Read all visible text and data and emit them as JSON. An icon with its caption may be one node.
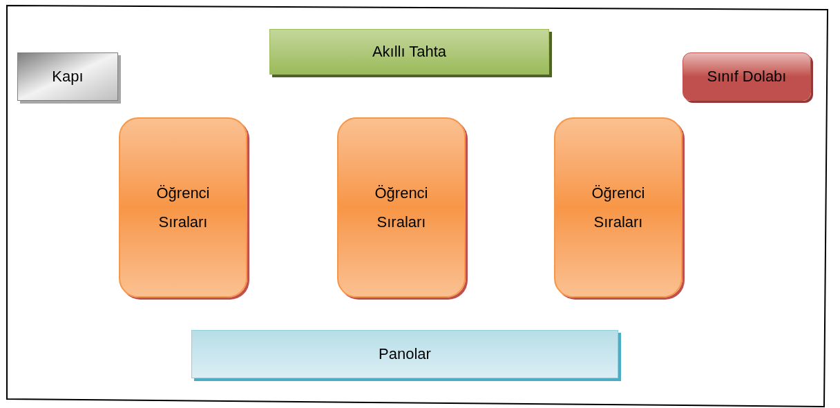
{
  "diagram": {
    "nodes": [
      {
        "text": [
          "Akıllı Tahta"
        ]
      },
      {
        "text": [
          "Kapı"
        ]
      },
      {
        "text": [
          "Sınıf Dolabı"
        ]
      },
      {
        "text": [
          "Öğrenci Sıraları"
        ]
      },
      {
        "text": [
          "Öğrenci Sıraları"
        ]
      },
      {
        "text": [
          "Öğrenci Sıraları"
        ]
      },
      {
        "text": [
          "Panolar"
        ]
      }
    ]
  }
}
